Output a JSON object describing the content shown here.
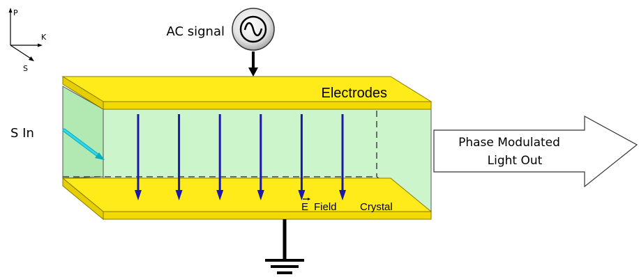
{
  "axes": {
    "p_label": "P",
    "k_label": "K",
    "s_label": "S"
  },
  "source": {
    "label": "AC signal",
    "icon": "sine-wave-icon"
  },
  "electrodes_label": "Electrodes",
  "input_label": "S In",
  "field_label": "Field",
  "field_symbol": "E",
  "crystal_label": "Crystal",
  "output": {
    "line1": "Phase Modulated",
    "line2": "Light Out"
  },
  "field_arrow_count": 6,
  "colors": {
    "crystal_fill": "#ccf5cc",
    "electrode_fill": "#ffeb1a",
    "field_arrow": "#1a1aa6",
    "input_arrow": "#33d6e8"
  }
}
